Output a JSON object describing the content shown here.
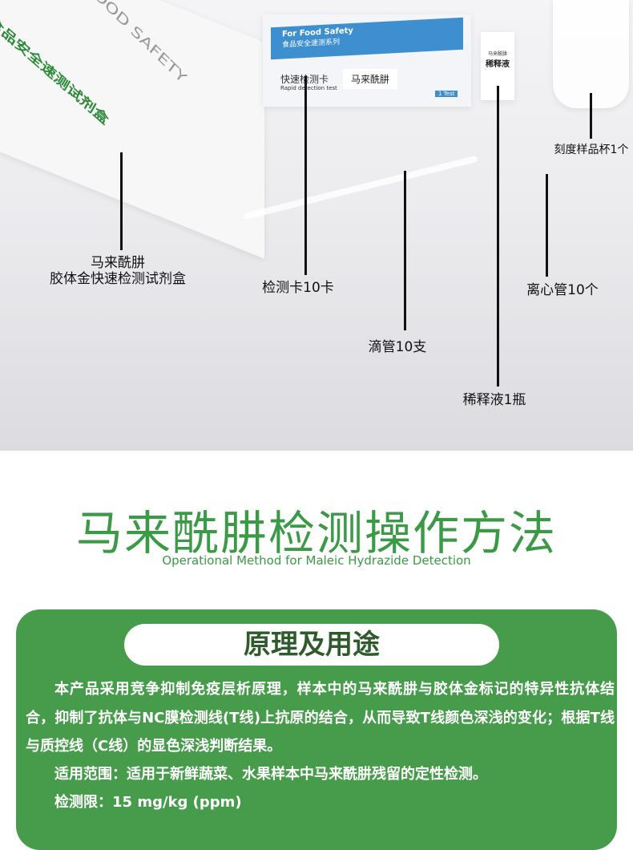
{
  "photo": {
    "labels": {
      "kit_line1": "马来酰肼",
      "kit_line2": "胶体金快速检测试剂盒",
      "card": "检测卡10卡",
      "dropper": "滴管10支",
      "diluent": "稀释液1瓶",
      "centrifuge_tube": "离心管10个",
      "sample_cup": "刻度样品杯1个"
    },
    "package_text": {
      "food_safety": "For Food Safety",
      "series": "食品安全速测系列",
      "card_name": "快速检测卡",
      "card_en": "Rapid detection test",
      "analyte": "马来酰肼",
      "test": "1 Test",
      "bottle_name": "马来酰肼",
      "bottle_label": "稀释液",
      "box_en": "FOOD SAFETY",
      "box_cn": "食品安全速测试剂盒"
    }
  },
  "heading": {
    "title": "马来酰肼检测操作方法",
    "subtitle": "Operational Method for Maleic Hydrazide Detection"
  },
  "principle": {
    "title": "原理及用途",
    "paragraph": "本产品采用竞争抑制免疫层析原理，样本中的马来酰肼与胶体金标记的特异性抗体结合，抑制了抗体与NC膜检测线(T线)上抗原的结合，从而导致T线颜色深浅的变化；根据T线与质控线（C线）的显色深浅判断结果。",
    "scope": "适用范围：适用于新鲜蔬菜、水果样本中马来酰肼残留的定性检测。",
    "limit": "检测限：15 mg/kg (ppm)"
  },
  "colors": {
    "accent": "#3b9a45",
    "panel": "#479c4b"
  }
}
